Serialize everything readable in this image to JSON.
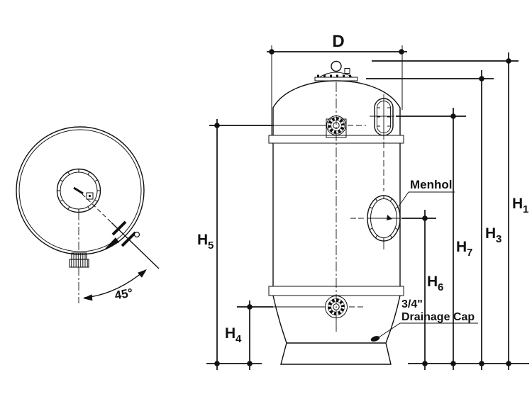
{
  "drawing": {
    "background": "#ffffff",
    "ink": "#111111",
    "views": {
      "top_view": {
        "angle_label": "45°"
      },
      "front_view": {
        "manhole_label": "Menhol",
        "drainage_size": "3/4\"",
        "drainage_label": "Drainage Cap"
      }
    },
    "dimensions": {
      "d": "D",
      "h1": {
        "base": "H",
        "sub": "1"
      },
      "h3": {
        "base": "H",
        "sub": "3"
      },
      "h4": {
        "base": "H",
        "sub": "4"
      },
      "h5": {
        "base": "H",
        "sub": "5"
      },
      "h6": {
        "base": "H",
        "sub": "6"
      },
      "h7": {
        "base": "H",
        "sub": "7"
      }
    }
  }
}
